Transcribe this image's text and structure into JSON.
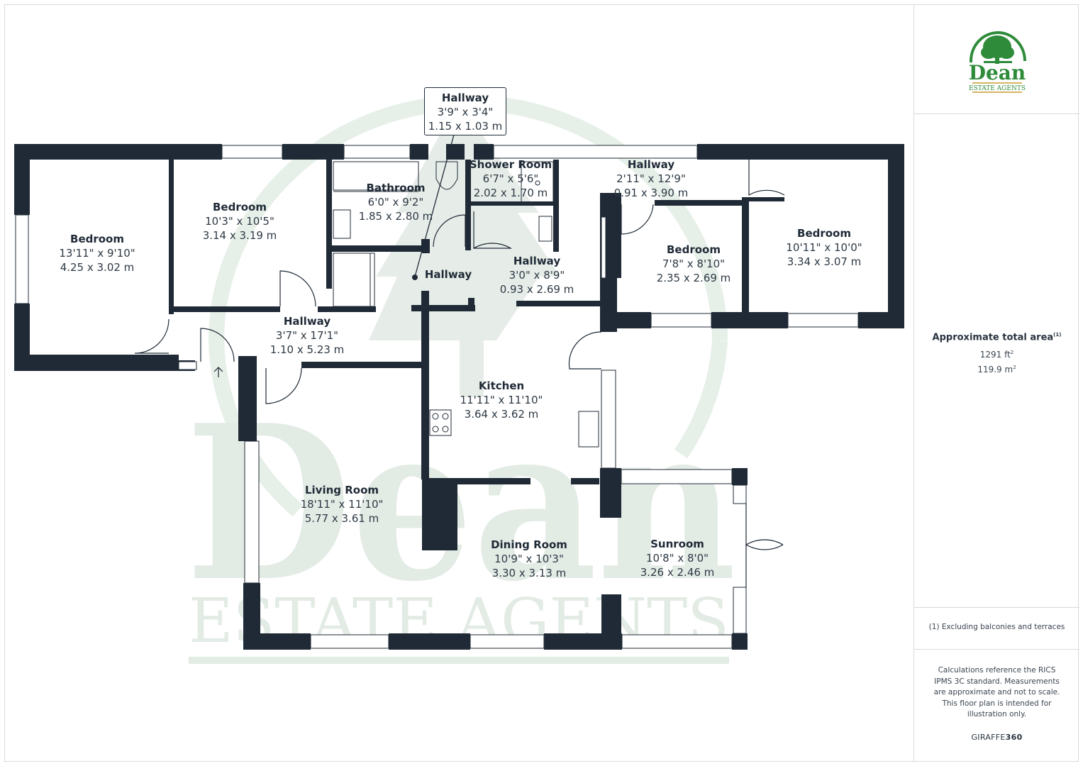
{
  "brand": {
    "name": "Dean",
    "tagline": "ESTATE AGENTS",
    "green": "#2e8b3a",
    "gold": "#c99a2e"
  },
  "watermark": {
    "name": "Dean",
    "tagline": "ESTATE AGENTS"
  },
  "colors": {
    "wall": "#1f2a36",
    "watermark": "#e3ebe5"
  },
  "rooms": [
    {
      "name": "Bedroom",
      "imperial": "13'11\" x 9'10\"",
      "metric": "4.25 x 3.02 m"
    },
    {
      "name": "Bedroom",
      "imperial": "10'3\" x 10'5\"",
      "metric": "3.14 x 3.19 m"
    },
    {
      "name": "Bathroom",
      "imperial": "6'0\" x 9'2\"",
      "metric": "1.85 x 2.80 m"
    },
    {
      "name": "Shower Room",
      "imperial": "6'7\" x 5'6\"",
      "metric": "2.02 x 1.70 m"
    },
    {
      "name": "Hallway",
      "imperial": "2'11\" x 12'9\"",
      "metric": "0.91 x 3.90 m"
    },
    {
      "name": "Bedroom",
      "imperial": "7'8\" x 8'10\"",
      "metric": "2.35 x 2.69 m"
    },
    {
      "name": "Bedroom",
      "imperial": "10'11\" x 10'0\"",
      "metric": "3.34 x 3.07 m"
    },
    {
      "name": "Hallway",
      "imperial": "3'0\" x 8'9\"",
      "metric": "0.93 x 2.69 m"
    },
    {
      "name": "Hallway",
      "imperial": "3'7\" x 17'1\"",
      "metric": "1.10 x 5.23 m"
    },
    {
      "name": "Kitchen",
      "imperial": "11'11\" x 11'10\"",
      "metric": "3.64 x 3.62 m"
    },
    {
      "name": "Living Room",
      "imperial": "18'11\" x 11'10\"",
      "metric": "5.77 x 3.61 m"
    },
    {
      "name": "Dining Room",
      "imperial": "10'9\" x 10'3\"",
      "metric": "3.30 x 3.13 m"
    },
    {
      "name": "Sunroom",
      "imperial": "10'8\" x 8'0\"",
      "metric": "3.26 x 2.46 m"
    }
  ],
  "hall_marker": {
    "name": "Hallway"
  },
  "callout": {
    "name": "Hallway",
    "imperial": "3'9\" x 3'4\"",
    "metric": "1.15 x 1.03 m"
  },
  "area": {
    "title": "Approximate total area",
    "title_note": "(1)",
    "imperial": "1291 ft",
    "imperial_unit_sup": "2",
    "metric": "119.9 m",
    "metric_unit_sup": "2"
  },
  "footnote": "(1) Excluding balconies and terraces",
  "disclaimer": "Calculations reference the RICS IPMS 3C standard. Measurements are approximate and not to scale. This floor plan is intended for illustration only.",
  "credit": {
    "prefix": "GIRAFFE",
    "suffix": "360"
  }
}
